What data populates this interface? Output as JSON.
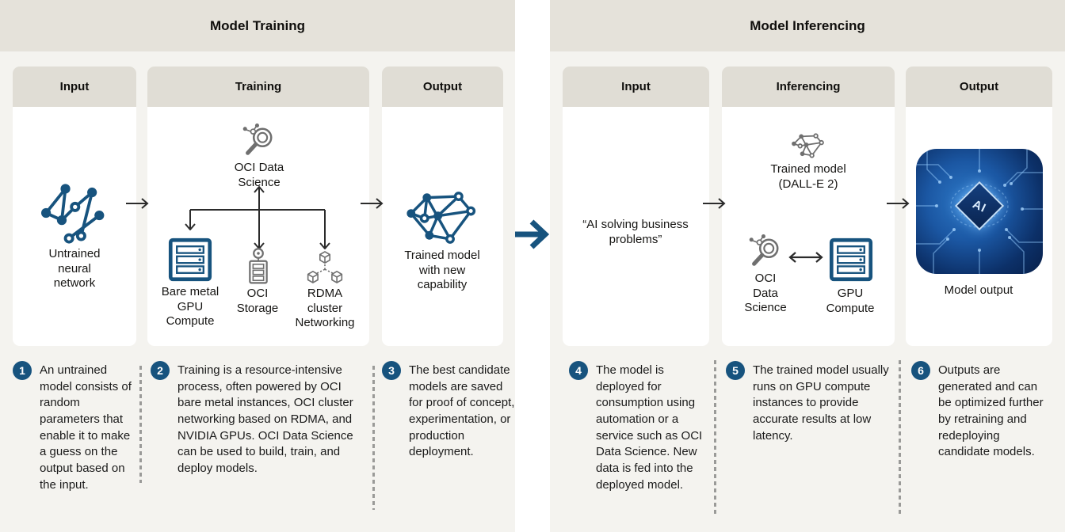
{
  "colors": {
    "accent_blue": "#17537e",
    "header_beige": "#e5e2da",
    "column_beige": "#e0ddd5",
    "section_bg": "#f4f3ef",
    "icon_gray": "#6f6f6f"
  },
  "training": {
    "title": "Model Training",
    "input_header": "Input",
    "training_header": "Training",
    "output_header": "Output",
    "untrained_label": "Untrained\nneural\nnetwork",
    "oci_data_science_label": "OCI Data\nScience",
    "bare_metal_label": "Bare metal\nGPU\nCompute",
    "oci_storage_label": "OCI\nStorage",
    "rdma_label": "RDMA\ncluster\nNetworking",
    "trained_model_label": "Trained model\nwith new\ncapability"
  },
  "inferencing": {
    "title": "Model Inferencing",
    "input_header": "Input",
    "inferencing_header": "Inferencing",
    "output_header": "Output",
    "input_text": "“AI solving business\nproblems”",
    "trained_model_label": "Trained model\n(DALL-E 2)",
    "oci_data_science_label": "OCI\nData\nScience",
    "gpu_compute_label": "GPU\nCompute",
    "model_output_label": "Model output",
    "chip_text": "AI"
  },
  "notes": [
    {
      "num": "1",
      "text": "An untrained model consists of random parameters that enable it to make a guess on the output based on the input."
    },
    {
      "num": "2",
      "text": "Training is a resource-intensive process, often powered by OCI bare metal instances, OCI cluster networking based on RDMA, and NVIDIA GPUs. OCI Data Science can be used to build, train, and deploy models."
    },
    {
      "num": "3",
      "text": "The best candidate models are saved for proof of concept, experimentation, or production deployment."
    },
    {
      "num": "4",
      "text": "The model is deployed for consumption using automation or a service such as OCI Data Science. New data is fed into the deployed model."
    },
    {
      "num": "5",
      "text": "The trained model usually runs on GPU compute instances to provide accurate results at low latency."
    },
    {
      "num": "6",
      "text": "Outputs are generated and can be optimized further by retraining and redeploying candidate models."
    }
  ]
}
